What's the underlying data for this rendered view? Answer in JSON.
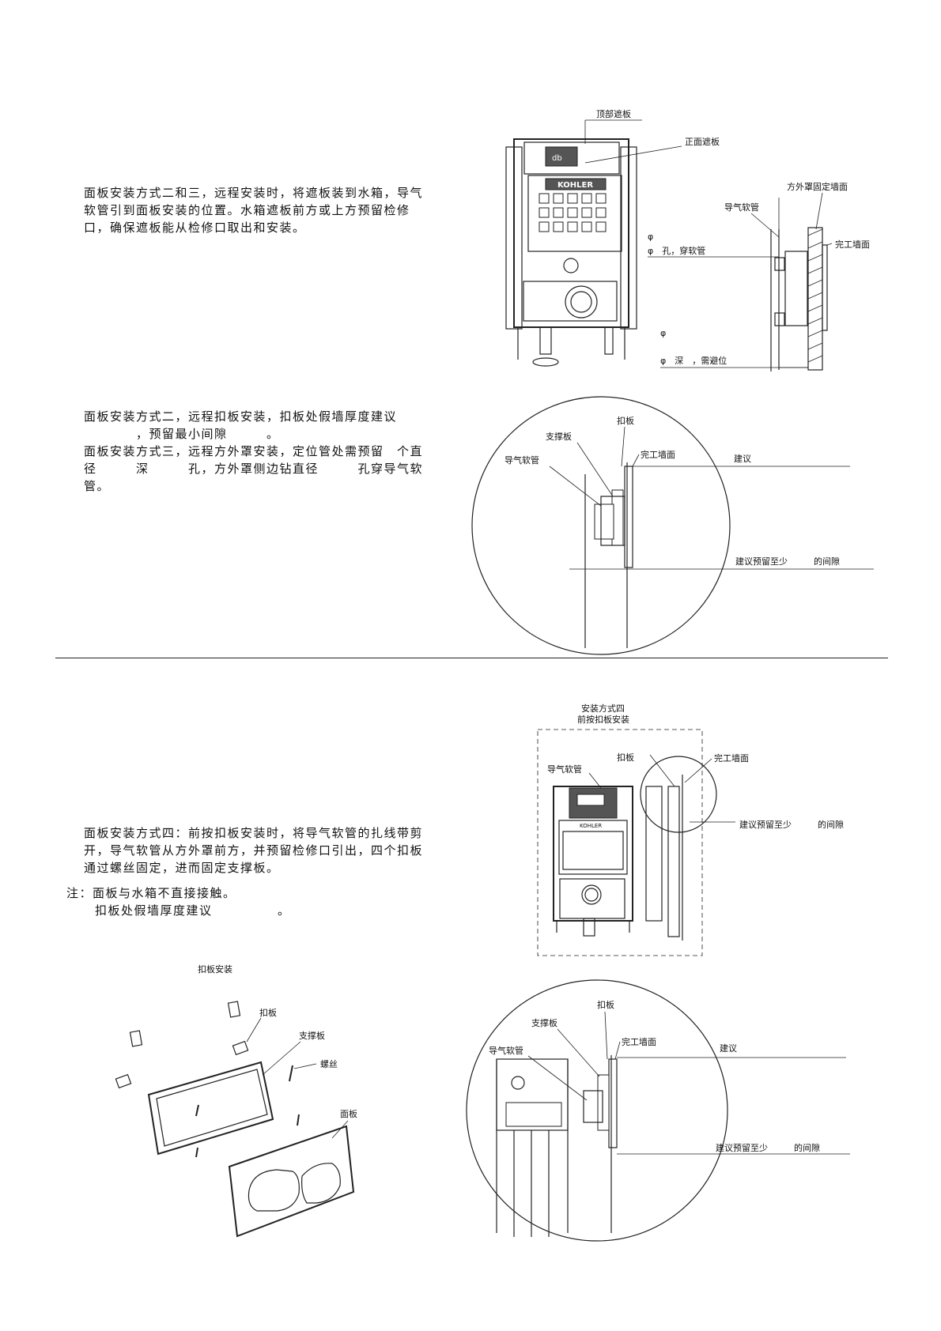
{
  "section1": {
    "paragraph": [
      "面板安装方式二和三，远程安装时，将遮板装到水箱，导气",
      "软管引到面板安装的位置。水箱遮板前方或上方预留检修",
      "口，确保遮板能从检修口取出和安装。"
    ],
    "figure_labels": {
      "top_cover": "顶部遮板",
      "front_cover": "正面遮板",
      "outer_cover_fixed_wall": "方外罩固定墙面",
      "air_hose": "导气软管",
      "finished_wall": "完工墙面",
      "phi1": "φ",
      "hole_hose": "φ　孔，穿软管",
      "phi2": "φ",
      "depth_avoid": "φ　深　，需避位"
    }
  },
  "section2": {
    "paragraph": [
      "面板安装方式二，远程扣板安装，扣板处假墙厚度建议",
      "　　　　，预留最小间隙　　　。",
      "面板安装方式三，远程方外罩安装，定位管处需预留　个直",
      "径　　　深　　　孔，方外罩侧边钻直径　　　孔穿导气软",
      "管。"
    ],
    "figure_labels": {
      "clip": "扣板",
      "support_plate": "支撑板",
      "finished_wall": "完工墙面",
      "air_hose": "导气软管",
      "suggest": "建议",
      "min_gap": "建议预留至少　　　的间隙"
    }
  },
  "section3": {
    "paragraph": [
      "面板安装方式四：前按扣板安装时，将导气软管的扎线带剪",
      "开，导气软管从方外罩前方，并预留检修口引出，四个扣板",
      "通过螺丝固定，进而固定支撑板。"
    ],
    "note_label": "注：",
    "note": [
      "面板与水箱不直接接触。",
      "扣板处假墙厚度建议　　　　　。"
    ],
    "method4_title": [
      "安装方式四",
      "前按扣板安装"
    ],
    "method4_labels": {
      "clip": "扣板",
      "finished_wall": "完工墙面",
      "air_hose": "导气软管",
      "min_gap": "建议预留至少　　　的间隙",
      "brand": "KOHLER"
    },
    "exploded_title": "扣板安装",
    "exploded_labels": {
      "clip": "扣板",
      "support_plate": "支撑板",
      "screw": "螺丝",
      "panel": "面板"
    },
    "detail_labels": {
      "clip": "扣板",
      "support_plate": "支撑板",
      "finished_wall": "完工墙面",
      "air_hose": "导气软管",
      "suggest": "建议",
      "min_gap": "建议预留至少　　　的间隙"
    }
  }
}
